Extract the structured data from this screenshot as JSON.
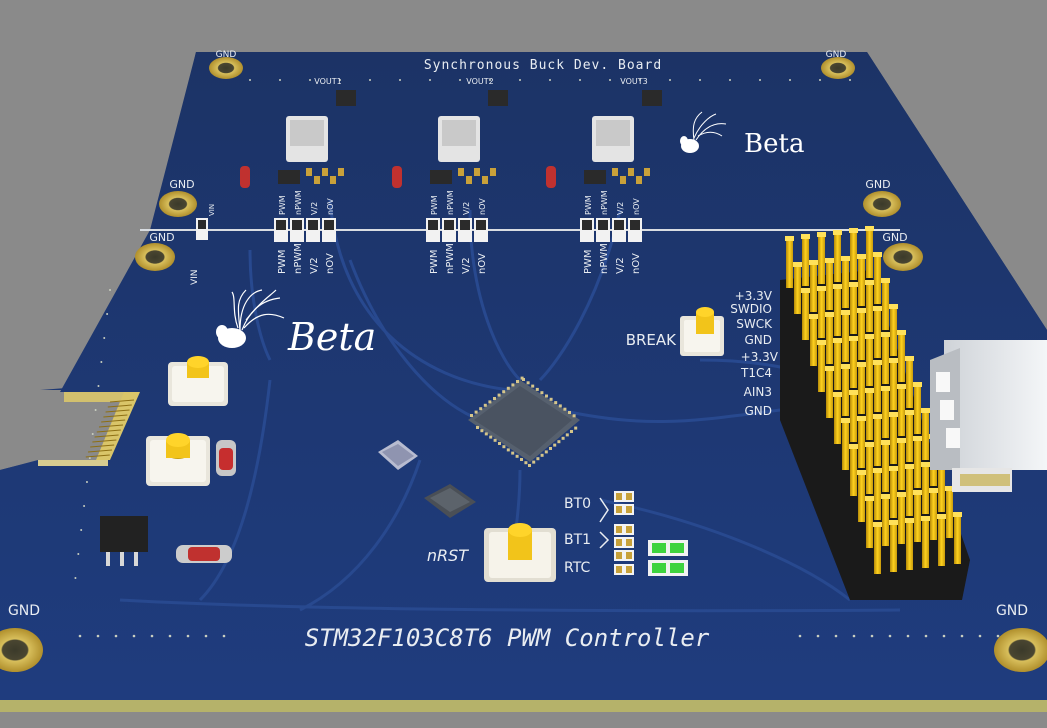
{
  "board": {
    "top_title": "Synchronous Buck Dev. Board",
    "bottom_title": "STM32F103C8T6 PWM Controller",
    "logo_text": "Beta",
    "logo_text_small": "Beta"
  },
  "gnd_labels": [
    "GND",
    "GND",
    "GND",
    "GND",
    "GND",
    "GND",
    "GND",
    "GND"
  ],
  "channels": [
    {
      "vout": "VOUT1",
      "pins": [
        "PWM",
        "nPWM",
        "V/2",
        "nOV"
      ]
    },
    {
      "vout": "VOUT2",
      "pins": [
        "PWM",
        "nPWM",
        "V/2",
        "nOV"
      ]
    },
    {
      "vout": "VOUT3",
      "pins": [
        "PWM",
        "nPWM",
        "V/2",
        "nOV"
      ]
    }
  ],
  "vin_label": "VIN",
  "header_labels": [
    "+3.3V",
    "SWDIO",
    "SWCK",
    "GND",
    "+3.3V",
    "T1C4",
    "AIN3",
    "GND"
  ],
  "buttons": {
    "break": "BREAK",
    "reset": "nRST"
  },
  "boot_labels": [
    "BT0",
    "BT1",
    "RTC"
  ],
  "colors": {
    "background": "#8a8a8a",
    "pcb": "#1b3570",
    "silkscreen": "#e9edf2",
    "copper_pad": "#c9a13a",
    "header_gold": "#f2c21a",
    "led_green": "#3ed33e"
  },
  "icons": [
    "mounting-hole-icon",
    "tree-logo-icon",
    "tactile-switch-icon",
    "pin-header-icon",
    "usb-connector-icon"
  ]
}
